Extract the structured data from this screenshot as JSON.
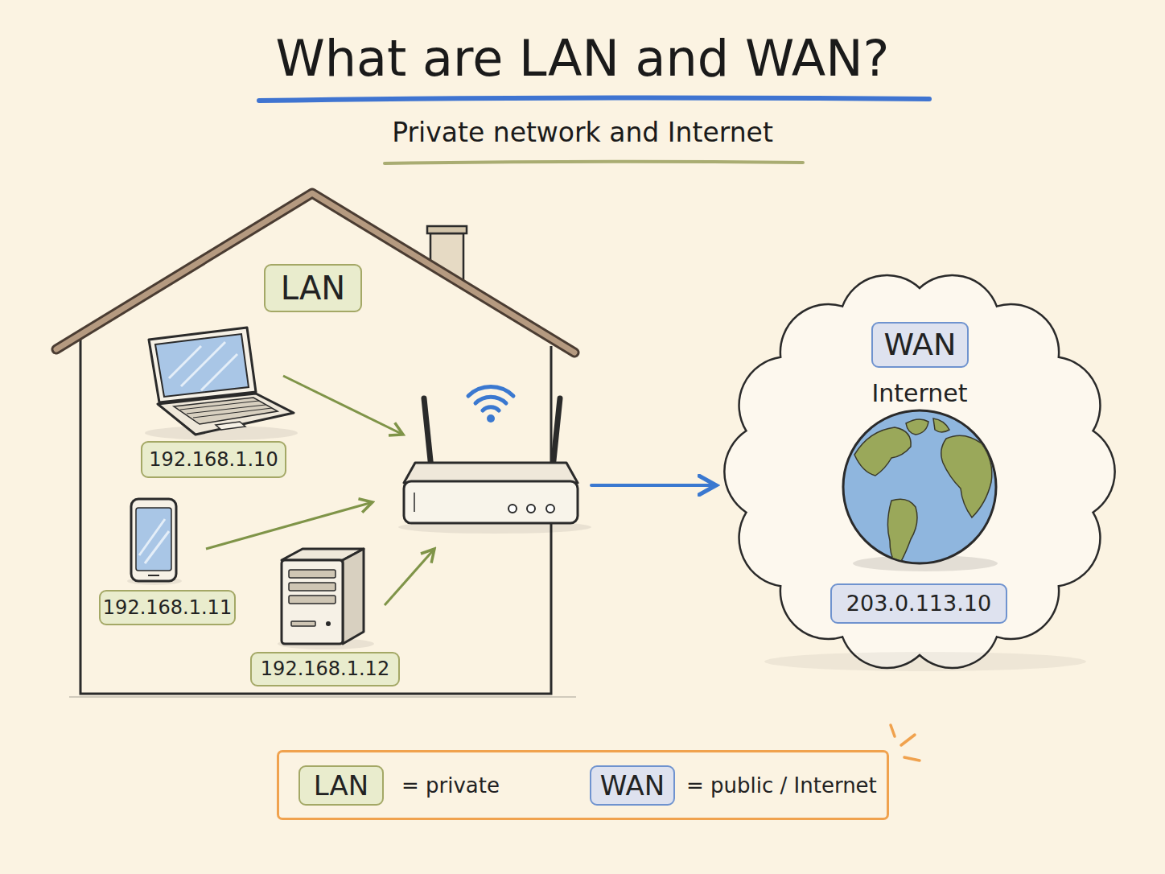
{
  "diagram": {
    "title": "What are LAN and WAN?",
    "caption": "Private network and Internet",
    "nodes": [
      {
        "text": [
          "LAN"
        ]
      },
      {
        "text": [
          "192.168.1.10"
        ],
        "in": 0
      },
      {
        "text": [
          "192.168.1.11"
        ],
        "in": 0
      },
      {
        "text": [
          "192.168.1.12"
        ],
        "in": 0
      },
      {
        "text": [
          "WAN",
          "Internet"
        ]
      },
      {
        "text": [
          "203.0.113.10"
        ],
        "in": 4
      }
    ],
    "edges": [
      {
        "from": 0,
        "to": 4,
        "arrow": "to"
      }
    ],
    "labels": [
      "LAN",
      "WAN"
    ],
    "legend": [
      {
        "text": "= private",
        "color": "#e9eccd"
      },
      {
        "text": "= public / Internet",
        "color": "#dee2ef"
      }
    ]
  }
}
